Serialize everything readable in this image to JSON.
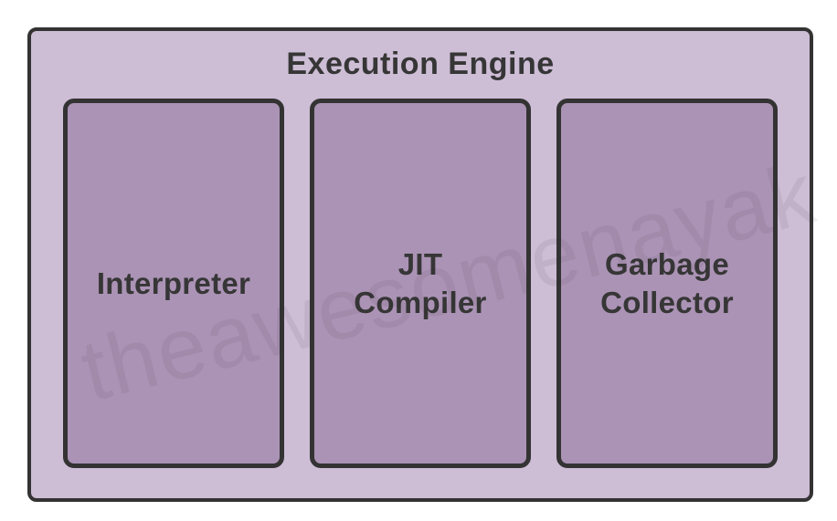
{
  "diagram": {
    "title": "Execution Engine",
    "boxes": [
      {
        "id": "interpreter",
        "label": "Interpreter",
        "lines": [
          "Interpreter"
        ]
      },
      {
        "id": "jit-compiler",
        "label": "JIT Compiler",
        "lines": [
          "JIT",
          "Compiler"
        ]
      },
      {
        "id": "garbage-collector",
        "label": "Garbage Collector",
        "lines": [
          "Garbage",
          "Collector"
        ]
      }
    ],
    "watermark": "theawesomenayak"
  },
  "colors": {
    "page_bg": "#ffffff",
    "outer_bg": "#cdbdd5",
    "box_bg": "#ab93b5",
    "border": "#333333",
    "text": "#363636",
    "watermark": "rgba(45,35,55,0.08)"
  }
}
